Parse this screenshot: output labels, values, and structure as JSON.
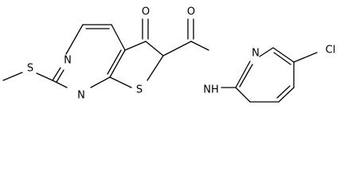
{
  "figure": {
    "type": "chemical-structure",
    "atom_labels": {
      "carbonyl_oxygen": "O",
      "amide_oxygen": "O",
      "ring_nitrogen_top": "N",
      "ring_nitrogen_bottom": "N",
      "methylthio_sulfur": "S",
      "thiophene_sulfur": "S",
      "amide_nh": "NH",
      "pyridine_nitrogen": "N",
      "chlorine": "Cl"
    }
  }
}
